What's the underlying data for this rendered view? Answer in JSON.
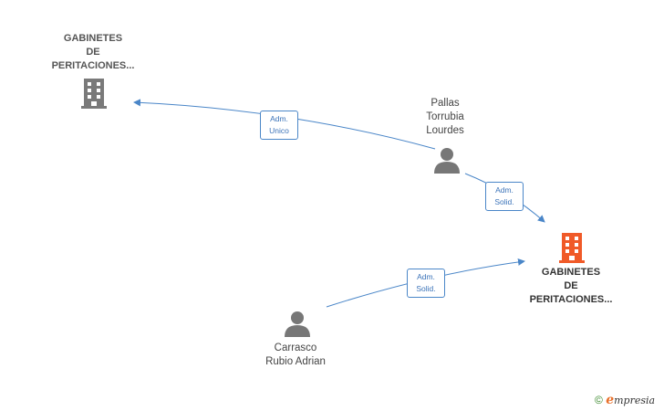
{
  "nodes": {
    "company_top": {
      "lines": [
        "GABINETES",
        "DE",
        "PERITACIONES..."
      ],
      "icon": "building-icon",
      "color": "#7a7a7a"
    },
    "company_main": {
      "lines": [
        "GABINETES",
        "DE",
        "PERITACIONES..."
      ],
      "icon": "building-icon",
      "color": "#f05a28"
    },
    "person_pallas": {
      "lines": [
        "Pallas",
        "Torrubia",
        "Lourdes"
      ],
      "icon": "person-icon",
      "color": "#777777"
    },
    "person_carrasco": {
      "lines": [
        "Carrasco",
        "Rubio Adrian"
      ],
      "icon": "person-icon",
      "color": "#777777"
    }
  },
  "edges": [
    {
      "from": "person_pallas",
      "to": "company_top",
      "label": [
        "Adm.",
        "Unico"
      ]
    },
    {
      "from": "person_pallas",
      "to": "company_main",
      "label": [
        "Adm.",
        "Solid."
      ]
    },
    {
      "from": "person_carrasco",
      "to": "company_main",
      "label": [
        "Adm.",
        "Solid."
      ]
    }
  ],
  "colors": {
    "edge": "#4a86c8",
    "edge_text": "#3b73b9"
  },
  "footer": {
    "copyright": "©",
    "brand_initial": "e",
    "brand_rest": "mpresia"
  }
}
